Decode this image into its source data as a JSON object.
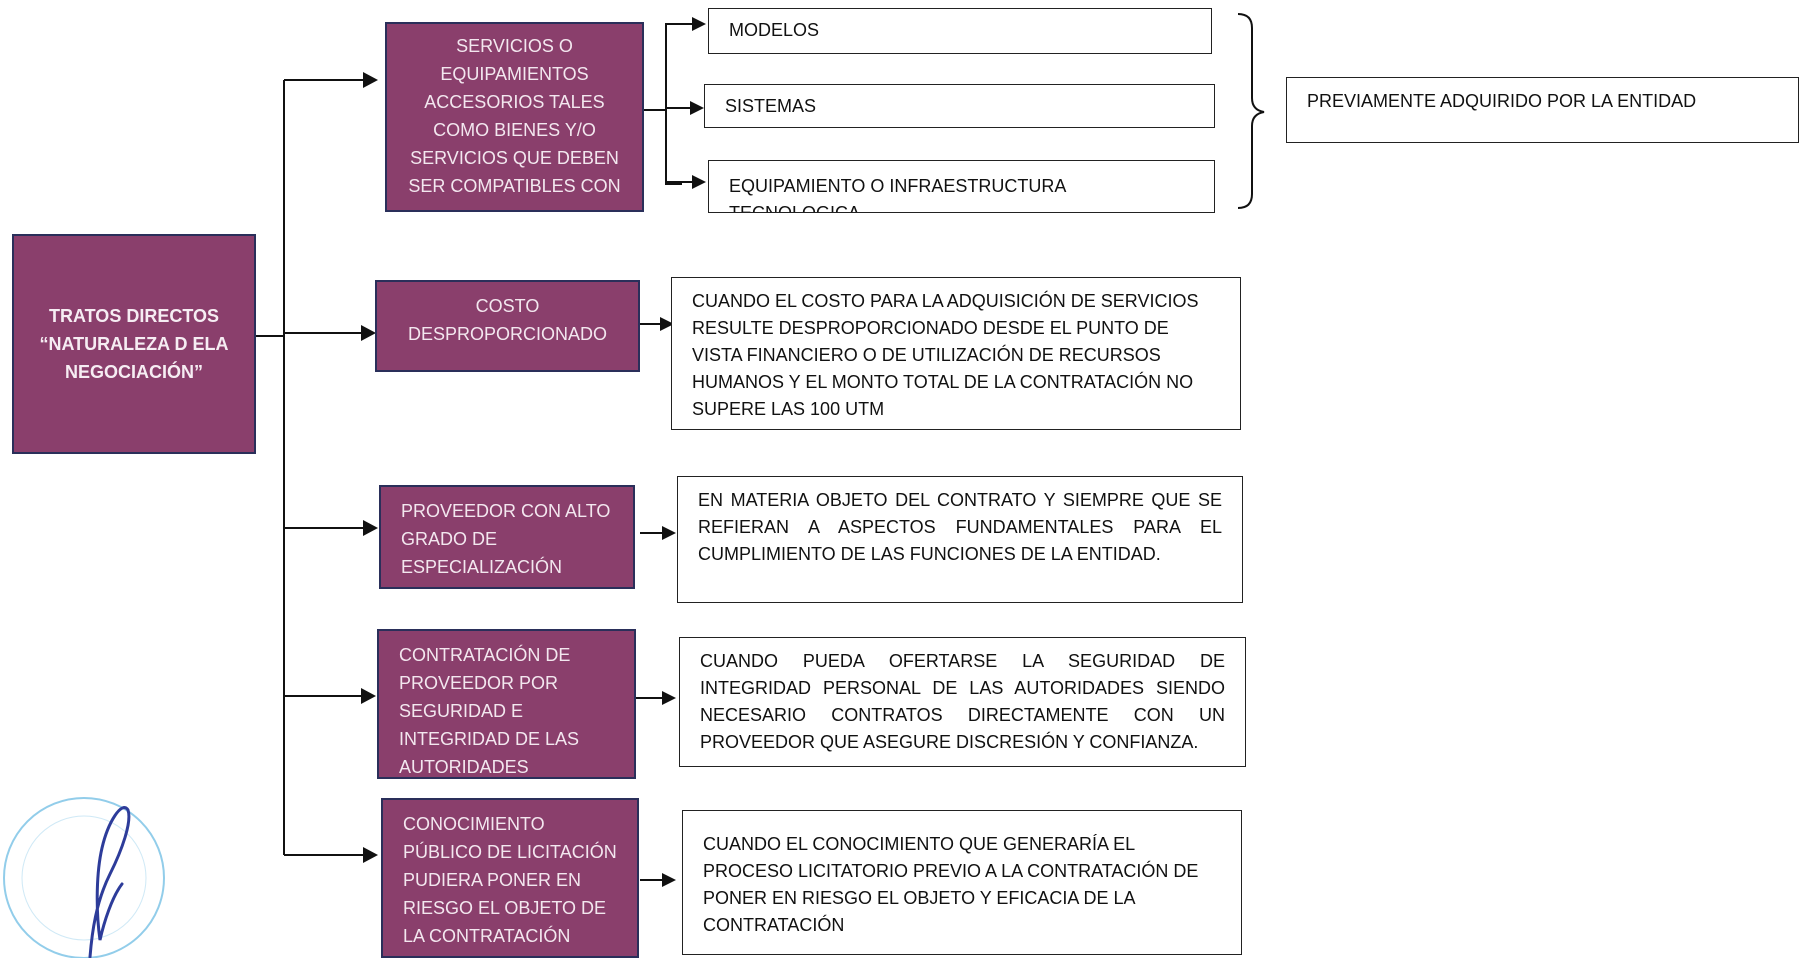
{
  "root": {
    "label": "TRATOS DIRECTOS “NATURALEZA D ELA NEGOCIACIÓN”"
  },
  "categories": [
    {
      "label": "SERVICIOS O EQUIPAMIENTOS ACCESORIOS TALES COMO BIENES Y/O SERVICIOS QUE DEBEN SER COMPATIBLES CON"
    },
    {
      "label": "COSTO DESPROPORCIONADO"
    },
    {
      "label": "PROVEEDOR CON ALTO GRADO DE ESPECIALIZACIÓN"
    },
    {
      "label": "CONTRATACIÓN DE PROVEEDOR POR SEGURIDAD E INTEGRIDAD DE LAS AUTORIDADES"
    },
    {
      "label": "CONOCIMIENTO PÚBLICO DE LICITACIÓN PUDIERA PONER EN RIESGO EL OBJETO DE LA CONTRATACIÓN"
    }
  ],
  "subitems": [
    {
      "label": "MODELOS"
    },
    {
      "label": "SISTEMAS"
    },
    {
      "label": "EQUIPAMIENTO O INFRAESTRUCTURA TECNOLOGICA"
    }
  ],
  "group_note": {
    "label": "PREVIAMENTE ADQUIRIDO POR LA ENTIDAD"
  },
  "descriptions": [
    {
      "label": "CUANDO EL COSTO PARA LA ADQUISICIÓN DE SERVICIOS RESULTE DESPROPORCIONADO DESDE EL PUNTO DE VISTA FINANCIERO O DE UTILIZACIÓN DE RECURSOS HUMANOS Y EL MONTO TOTAL DE LA CONTRATACIÓN NO SUPERE LAS 100 UTM"
    },
    {
      "label": "EN MATERIA OBJETO DEL CONTRATO Y SIEMPRE QUE SE REFIERAN A ASPECTOS FUNDAMENTALES PARA EL CUMPLIMIENTO DE LAS FUNCIONES DE LA ENTIDAD."
    },
    {
      "label": "CUANDO PUEDA OFERTARSE LA SEGURIDAD DE INTEGRIDAD PERSONAL DE LAS AUTORIDADES SIENDO NECESARIO CONTRATOS DIRECTAMENTE CON UN PROVEEDOR QUE ASEGURE DISCRESIÓN Y CONFIANZA."
    },
    {
      "label": "CUANDO EL CONOCIMIENTO QUE GENERARÍA EL PROCESO LICITATORIO PREVIO A LA CONTRATACIÓN DE PONER EN RIESGO EL OBJETO Y EFICACIA DE LA CONTRATACIÓN"
    }
  ],
  "colors": {
    "category_fill": "#8a3f6c",
    "category_border": "#2a2f5a",
    "category_text": "#f3e7ef",
    "line": "#111111",
    "seal": "#7fc4e6",
    "signature": "#2d3c9a"
  }
}
